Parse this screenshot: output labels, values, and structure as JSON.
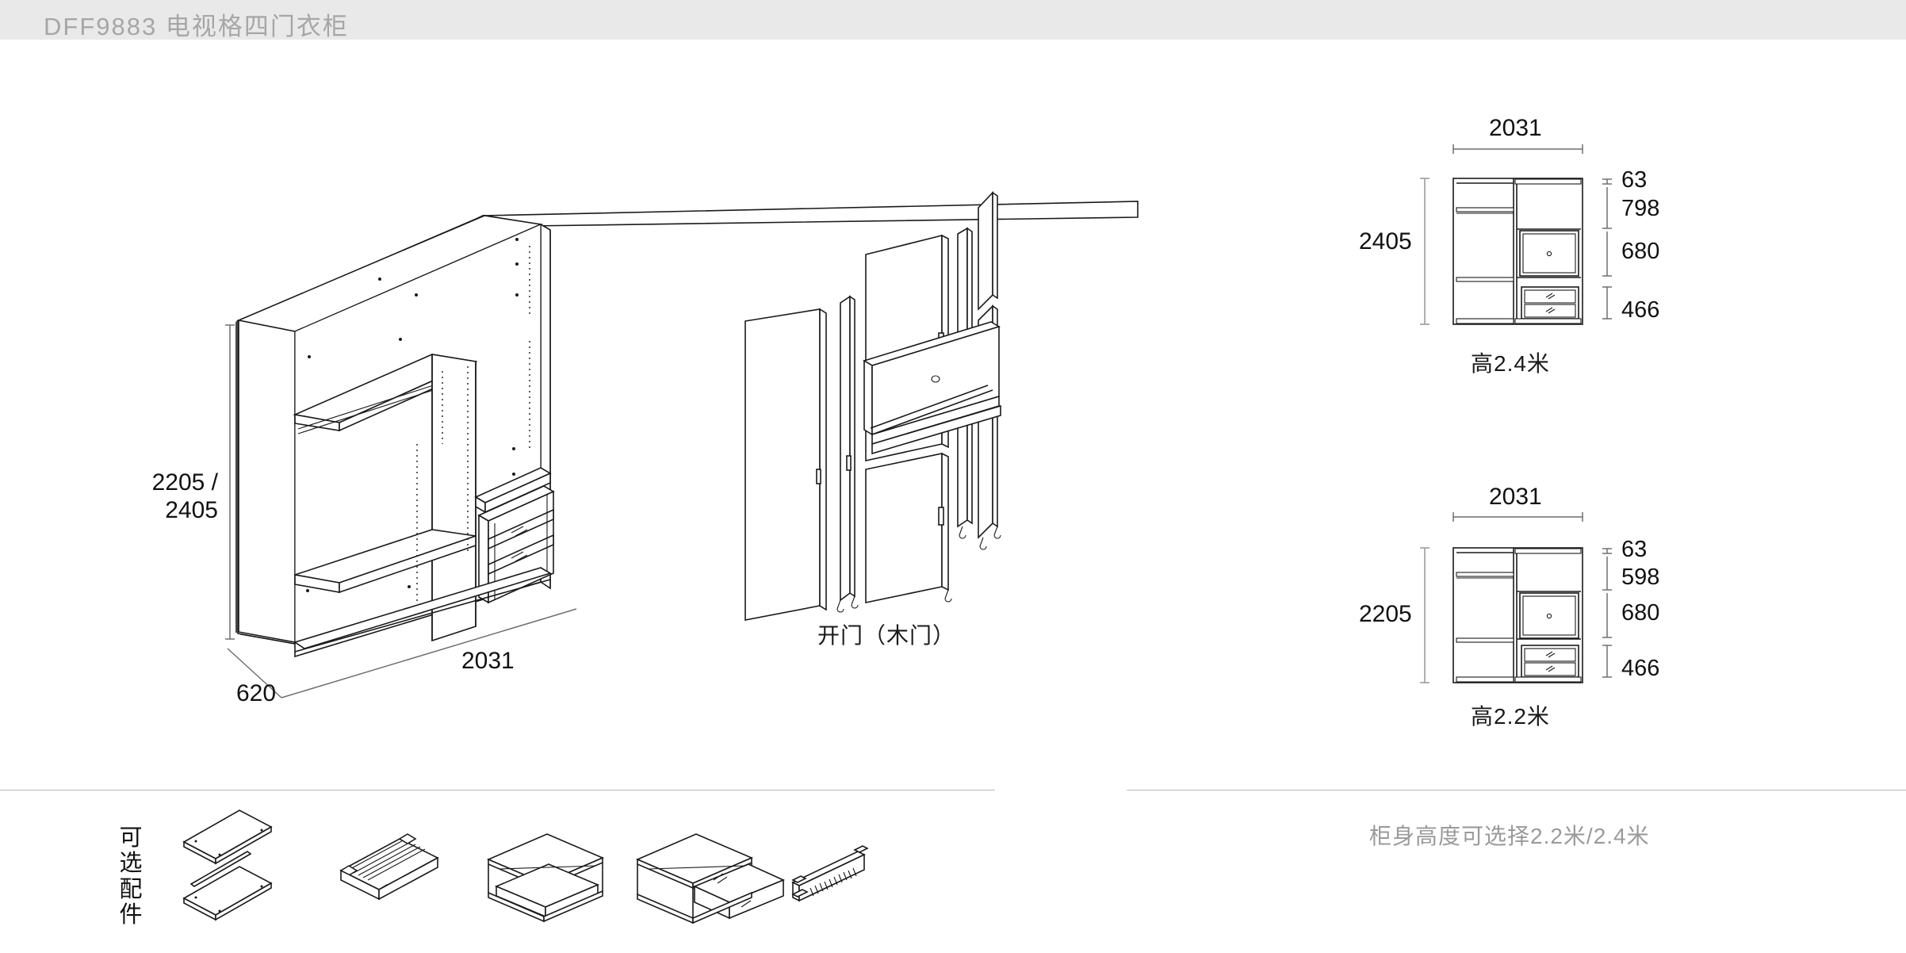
{
  "header": {
    "model_code": "DFF9883",
    "product_name": "电视格四门衣柜",
    "title": "DFF9883 电视格四门衣柜"
  },
  "main_isometric": {
    "name": "cabinet-isometric-view",
    "height_label": "2205 /\n2405",
    "height_line1": "2205 /",
    "height_line2": "2405",
    "width_label": "2031",
    "depth_label": "620"
  },
  "door_view": {
    "caption": "开门（木门）",
    "name": "door-exploded-view"
  },
  "elevations": [
    {
      "id": "elevation-2405",
      "width_label": "2031",
      "height_label": "2405",
      "caption": "高2.4米",
      "segments": [
        {
          "label": "63",
          "value": 63
        },
        {
          "label": "798",
          "value": 798
        },
        {
          "label": "680",
          "value": 680
        },
        {
          "label": "466",
          "value": 466
        }
      ]
    },
    {
      "id": "elevation-2205",
      "width_label": "2031",
      "height_label": "2205",
      "caption": "高2.2米",
      "segments": [
        {
          "label": "63",
          "value": 63
        },
        {
          "label": "598",
          "value": 598
        },
        {
          "label": "680",
          "value": 680
        },
        {
          "label": "466",
          "value": 466
        }
      ]
    }
  ],
  "accessories": {
    "label": "可选配件",
    "label_chars": [
      "可",
      "选",
      "配",
      "件"
    ],
    "items": [
      {
        "name": "shelf-boards-accessory"
      },
      {
        "name": "pullout-trouser-rack-accessory"
      },
      {
        "name": "open-drawer-unit-accessory"
      },
      {
        "name": "glass-front-drawer-accessory"
      },
      {
        "name": "tie-belt-rack-accessory"
      }
    ]
  },
  "footer_note": {
    "text": "柜身高度可选择2.2米/2.4米"
  },
  "colors": {
    "header_bg": "#e9e9e9",
    "header_text": "#a6a6a6",
    "line": "#1a1a1a",
    "dim_line": "#6f6f6f",
    "note_text": "#9a9a9a",
    "divider": "#b9b9b9"
  }
}
